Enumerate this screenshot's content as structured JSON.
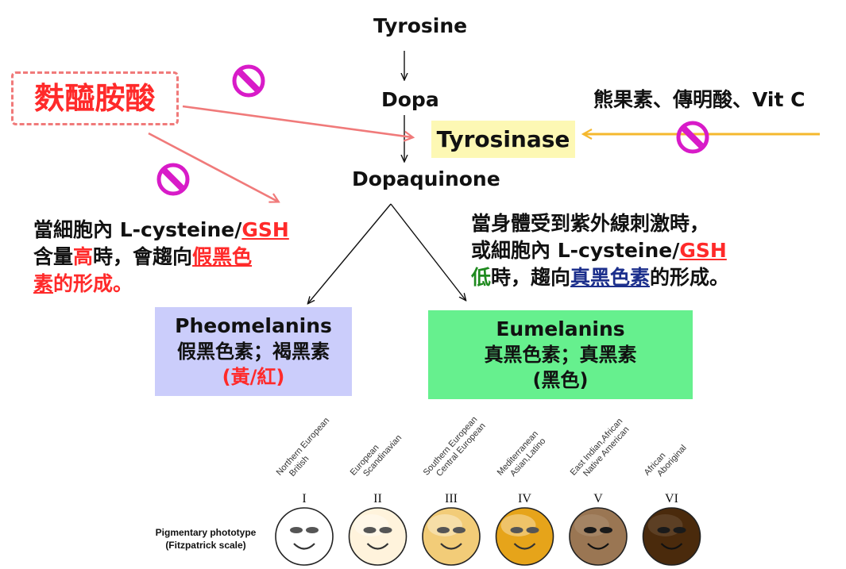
{
  "pathway": {
    "tyrosine": "Tyrosine",
    "dopa": "Dopa",
    "enzyme": "Tyrosinase",
    "dopaquinone": "Dopaquinone"
  },
  "inhibitor_left": {
    "label": "麩醯胺酸"
  },
  "inhibitor_right": {
    "label": "熊果素、傳明酸、Vit C"
  },
  "note_left": {
    "l1_a": "當細胞內 L-cysteine/",
    "l1_b": "GSH",
    "l2_a": "含量",
    "l2_b": "高",
    "l2_c": "時，會趨向",
    "l2_d": "假黑色",
    "l3_a": "素",
    "l3_b": "的形成。"
  },
  "note_right": {
    "l1": "當身體受到紫外線刺激時，",
    "l2_a": "或細胞內 L-cysteine/",
    "l2_b": "GSH",
    "l3_a": "低",
    "l3_b": "時，趨向",
    "l3_c": "真黑色素",
    "l3_d": "的形成。"
  },
  "pheomelanin": {
    "title": "Pheomelanins",
    "subtitle": "假黑色素；褐黑素",
    "color": "(黃/紅)"
  },
  "eumelanin": {
    "title": "Eumelanins",
    "subtitle": "真黑色素；真黑素",
    "color": "(黑色)"
  },
  "phototype": {
    "label_1": "Pigmentary phototype",
    "label_2": "(Fitzpatrick scale)",
    "types": [
      {
        "roman": "I",
        "l1": "Northern European",
        "l2": "British",
        "skin": "#ffffff"
      },
      {
        "roman": "II",
        "l1": "European",
        "l2": "Scandinavian",
        "skin": "#fff3dc"
      },
      {
        "roman": "III",
        "l1": "Southern European",
        "l2": "Central European",
        "skin": "#f2cc78"
      },
      {
        "roman": "IV",
        "l1": "Mediterranean",
        "l2": "Asian,Latino",
        "skin": "#e6a41a"
      },
      {
        "roman": "V",
        "l1": "East Indian,African",
        "l2": "Native American",
        "skin": "#9a7653"
      },
      {
        "roman": "VI",
        "l1": "African",
        "l2": "Aboriginal",
        "skin": "#4a2a0c"
      }
    ]
  },
  "colors": {
    "arrow_pink": "#f07a7a",
    "arrow_orange": "#f5b82e",
    "inhibit_magenta": "#d81bc8",
    "enzyme_bg": "#fdf8b4",
    "pheo_bg": "#cbcdfb",
    "eu_bg": "#66f08e"
  }
}
